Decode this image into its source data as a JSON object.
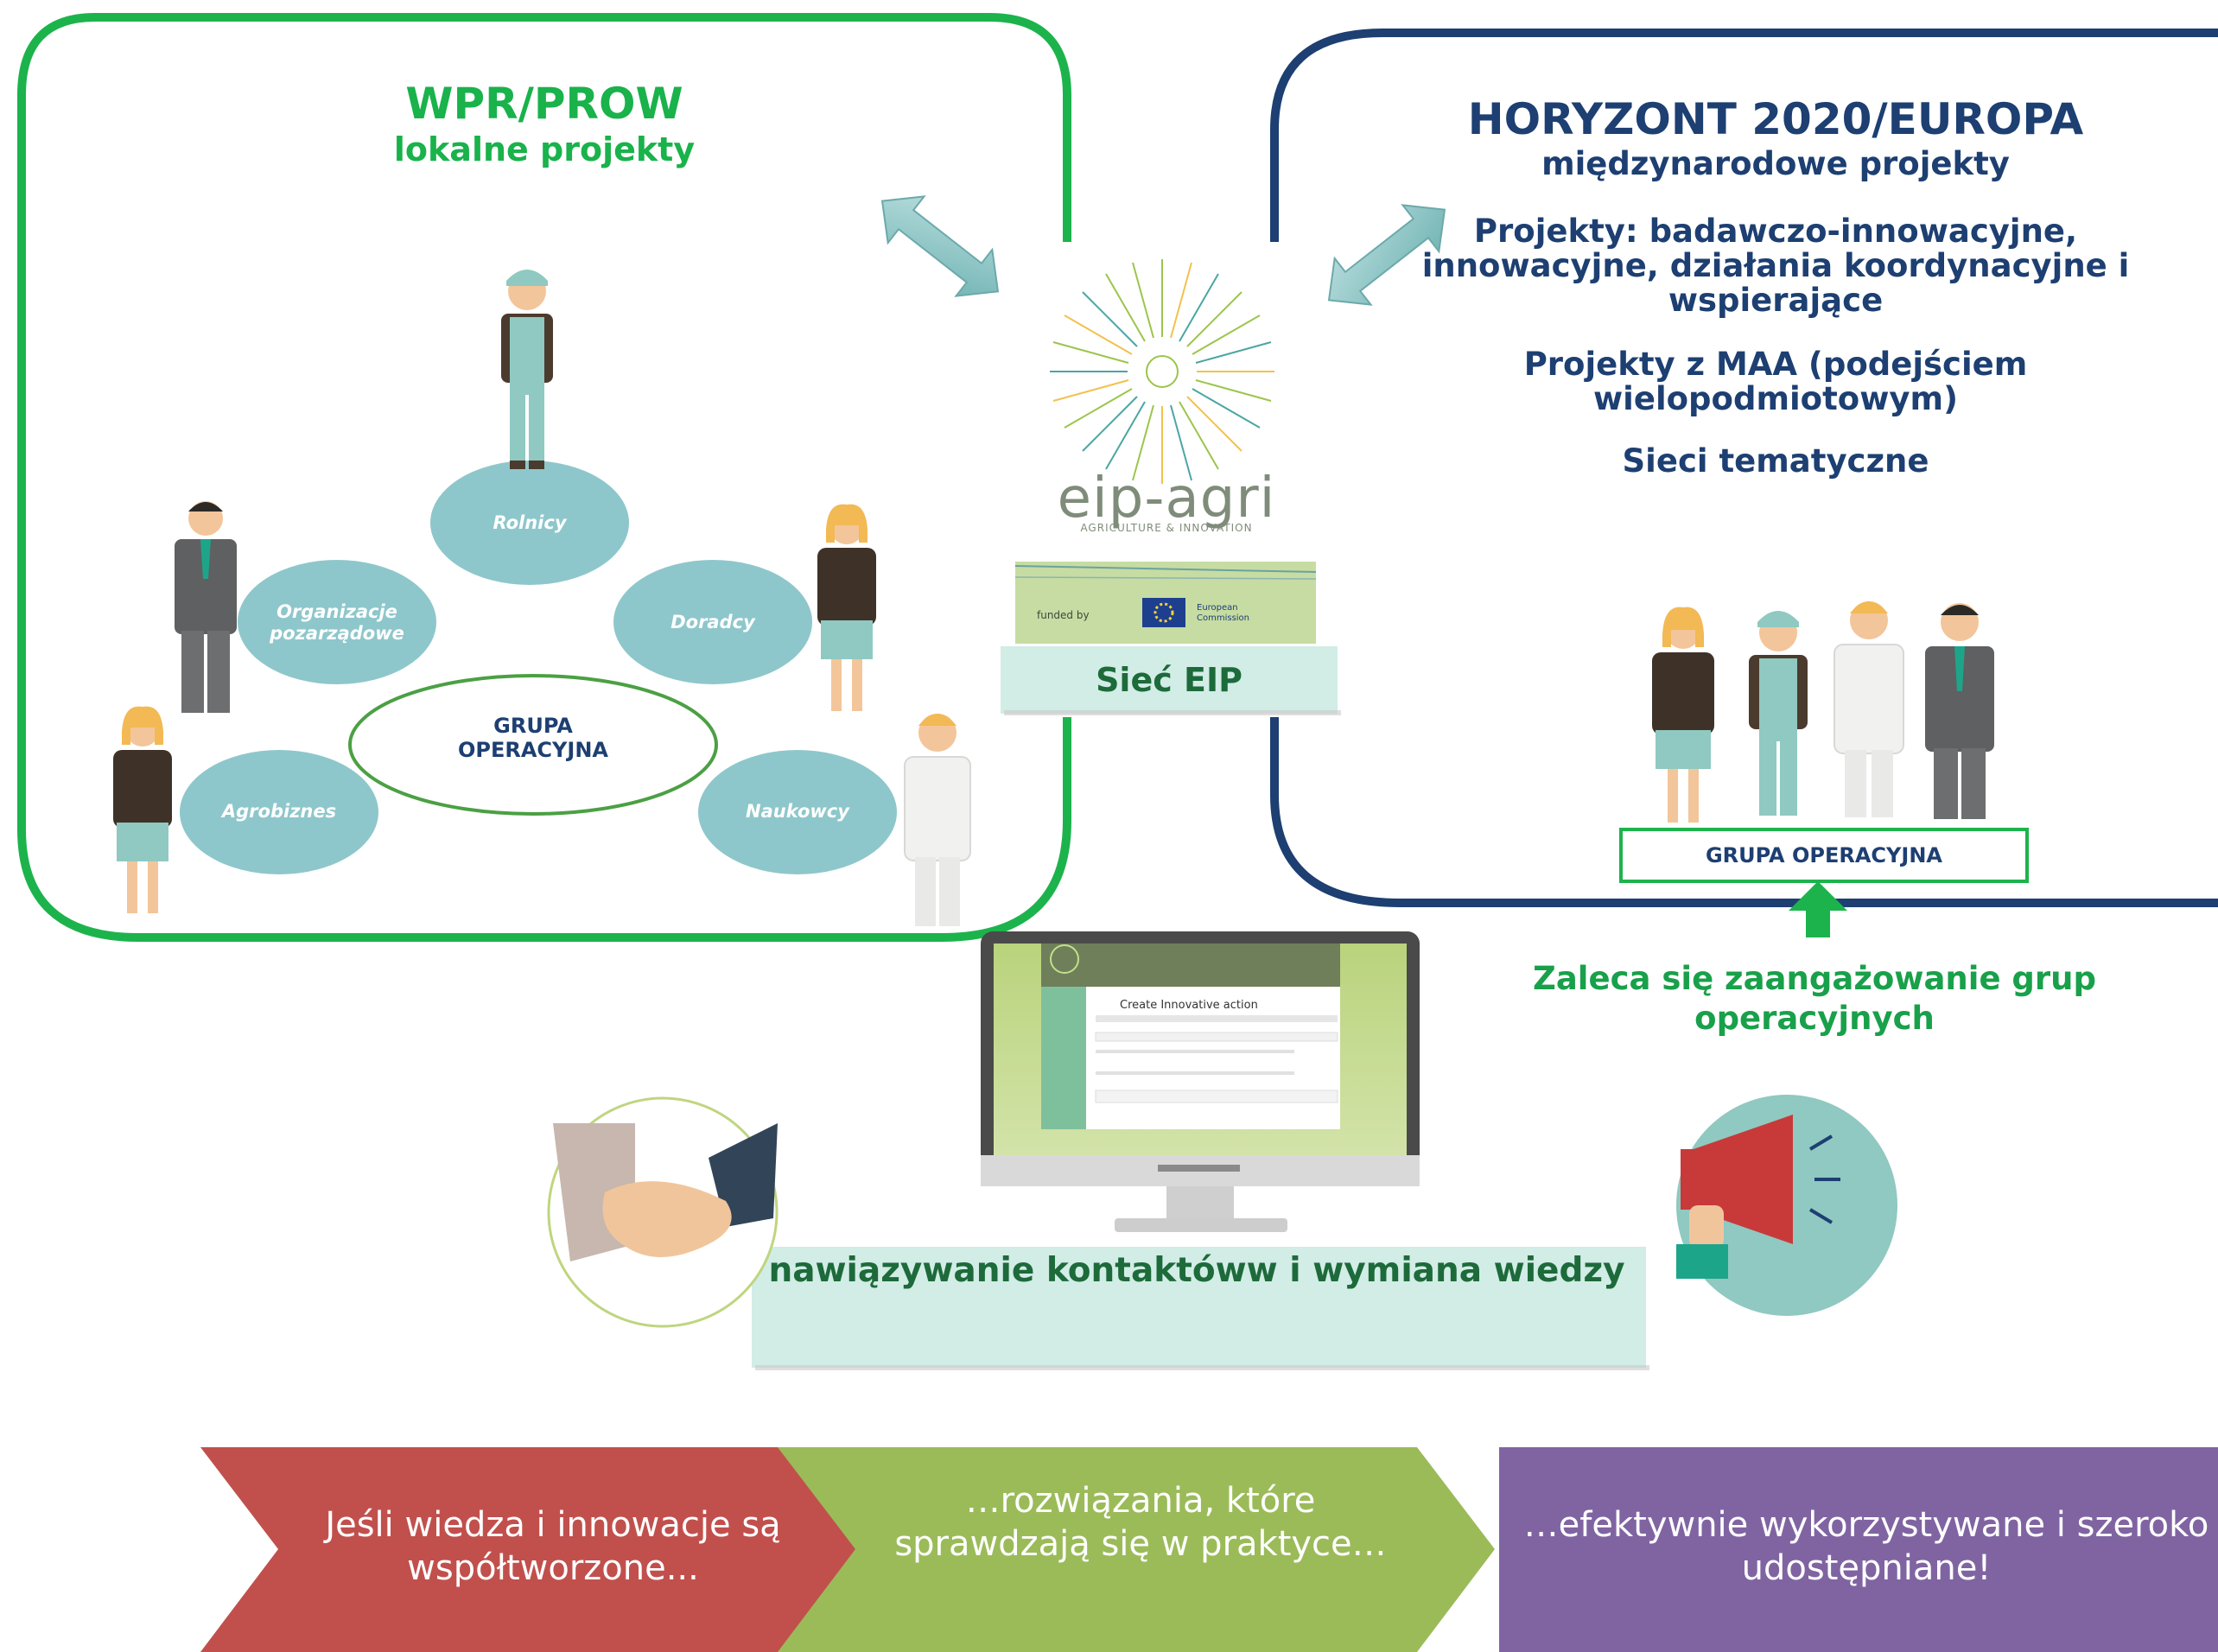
{
  "left_panel": {
    "title": "WPR/PROW",
    "subtitle": "lokalne projekty",
    "ovals": {
      "rolnicy": "Rolnicy",
      "organizacje": "Organizacje pozarządowe",
      "doradcy": "Doradcy",
      "agrobiznes": "Agrobiznes",
      "naukowcy": "Naukowcy",
      "grupa": "GRUPA OPERACYJNA"
    }
  },
  "right_panel": {
    "title": "HORYZONT 2020/EUROPA",
    "subtitle": "międzynarodowe projekty",
    "projects_1": "Projekty: badawczo-innowacyjne, innowacyjne, działania koordynacyjne i wspierające",
    "projects_2": "Projekty z MAA (podejściem wielopodmiotowym)",
    "networks": "Sieci tematyczne",
    "grupa": "GRUPA OPERACYJNA"
  },
  "center": {
    "logo_word": "eip-agri",
    "logo_sub": "AGRICULTURE & INNOVATION",
    "funded_by": "funded by",
    "ec_label": "European Commission",
    "network_label": "Sieć EIP"
  },
  "screen": {
    "heading": "Create Innovative action"
  },
  "recommend": "Zaleca się zaangażowanie grup operacyjnych",
  "contacts": "nawiązywanie kontaktóww i wymiana wiedzy",
  "chevrons": [
    "Jeśli wiedza i innowacje są współtworzone...",
    "…rozwiązania, które sprawdzają się w praktyce…",
    "…efektywnie wykorzystywane i szeroko udostępniane!"
  ],
  "colors": {
    "green_frame": "#1db34c",
    "navy_frame": "#1d3f72",
    "oval_fill": "#8ec7cb",
    "chevron_red": "#c1504d",
    "chevron_green": "#9bbb59",
    "chevron_purple": "#8064a2",
    "label_box": "#d2ece6"
  }
}
